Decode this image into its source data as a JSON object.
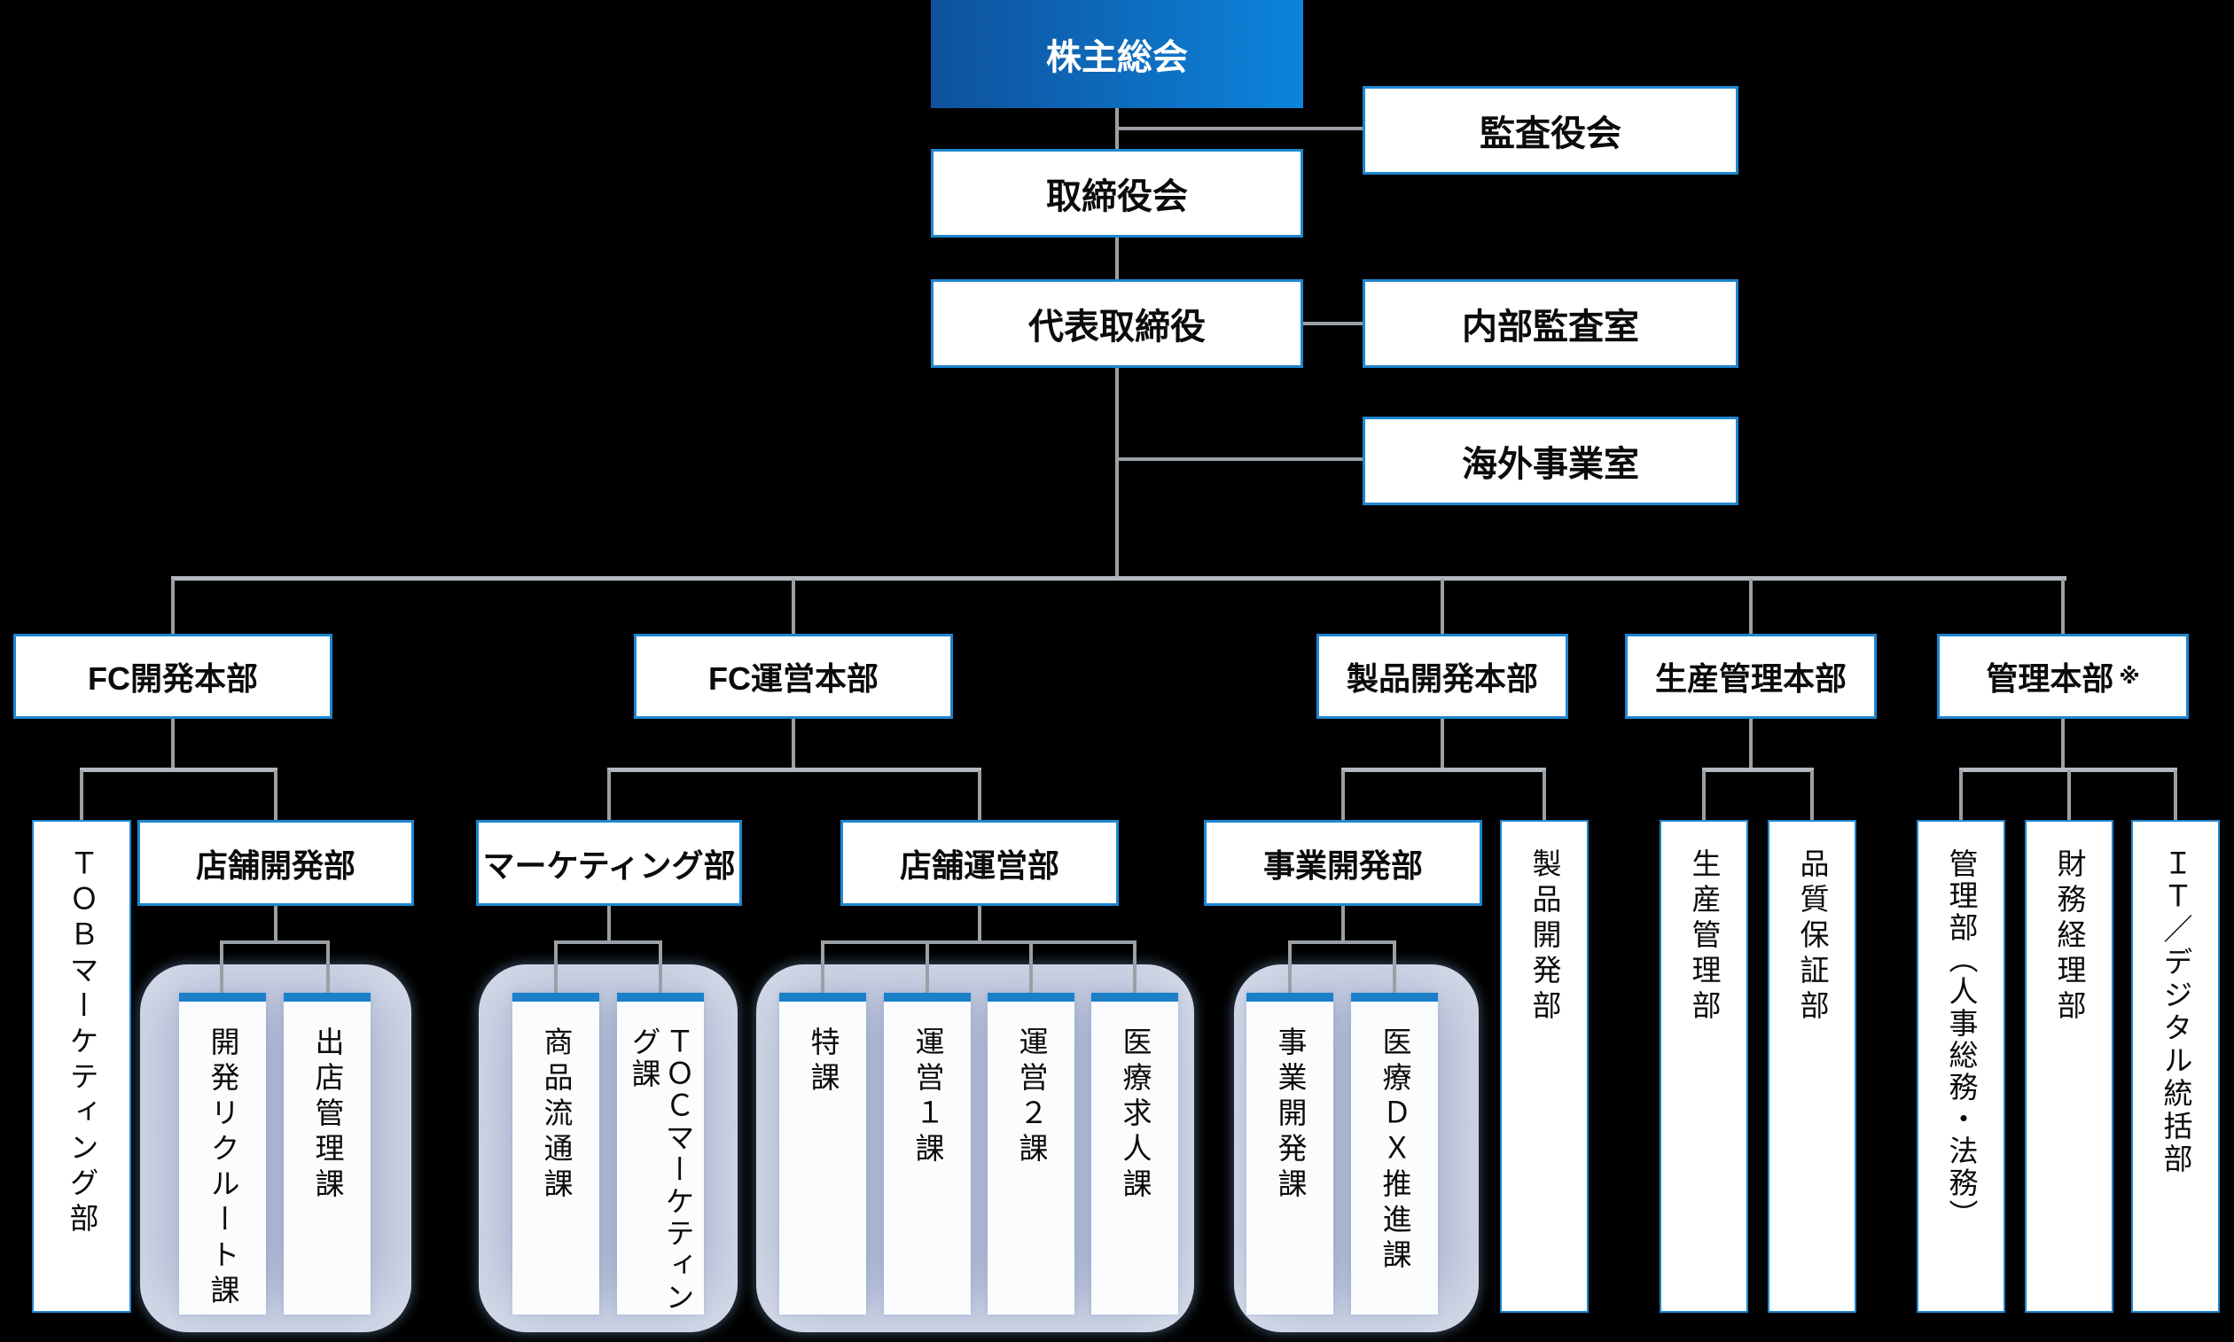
{
  "colors": {
    "background": "#000000",
    "box_border_blue": "#1e86d0",
    "accent_gradient_left": "#0f519c",
    "accent_gradient_right": "#0c84dc",
    "connector_gray": "#9aa0a6",
    "group_container_bg": "#a9b4d0",
    "section_top_bar_blue": "#1b80c8"
  },
  "governance": {
    "shareholders": "株主総会",
    "audit_board": "監査役会",
    "board_of_directors": "取締役会",
    "representative_director": "代表取締役",
    "internal_audit_office": "内部監査室",
    "overseas_business_office": "海外事業室"
  },
  "divisions": [
    {
      "label": "FC開発本部",
      "note": ""
    },
    {
      "label": "FC運営本部",
      "note": ""
    },
    {
      "label": "製品開発本部",
      "note": ""
    },
    {
      "label": "生産管理本部",
      "note": ""
    },
    {
      "label": "管理本部",
      "note": "※"
    }
  ],
  "departments": {
    "tob_marketing": "ＴＯＢマーケティング部",
    "store_development": "店舗開発部",
    "marketing": "マーケティング部",
    "store_operation": "店舗運営部",
    "business_development": "事業開発部",
    "product_development": "製品開発部",
    "production_management": "生産管理部",
    "quality_assurance": "品質保証部",
    "general_affairs": "管理部（人事総務・法務）",
    "finance_accounting": "財務経理部",
    "it_digital": "ＩＴ／デジタル統括部"
  },
  "sections": {
    "dev_recruit": "開発リクルート課",
    "store_opening_mgmt": "出店管理課",
    "product_distribution": "商品流通課",
    "toc_marketing": "ＴＯＣマーケティング課",
    "special": "特課",
    "operation_1": "運営１課",
    "operation_2": "運営２課",
    "medical_recruit": "医療求人課",
    "business_dev": "事業開発課",
    "medical_dx": "医療ＤＸ推進課"
  }
}
